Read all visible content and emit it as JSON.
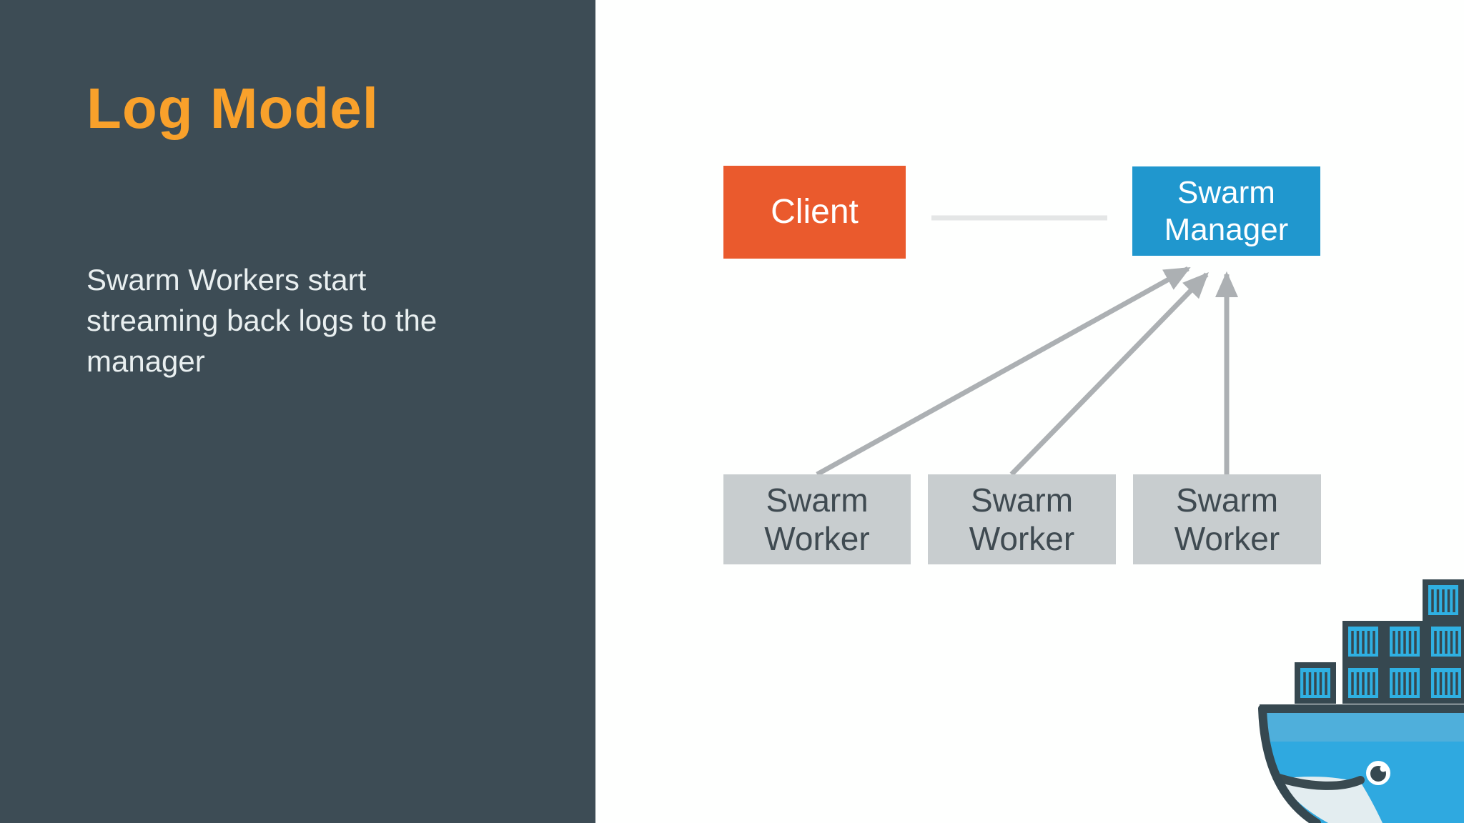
{
  "slide": {
    "title": "Log Model",
    "body": "Swarm Workers start\nstreaming back logs to the\nmanager"
  },
  "diagram": {
    "nodes": {
      "client": {
        "label": "Client",
        "color": "#EA5A2D",
        "text_color": "#FFFFFF"
      },
      "manager": {
        "label": "Swarm Manager",
        "color": "#2097CE",
        "text_color": "#FFFFFF"
      },
      "worker1": {
        "label": "Swarm Worker",
        "color": "#C8CDCF",
        "text_color": "#3F4A51"
      },
      "worker2": {
        "label": "Swarm Worker",
        "color": "#C8CDCF",
        "text_color": "#3F4A51"
      },
      "worker3": {
        "label": "Swarm Worker",
        "color": "#C8CDCF",
        "text_color": "#3F4A51"
      }
    },
    "edges": [
      {
        "from": "client",
        "to": "manager",
        "style": "plain-line",
        "color": "#E4E6E6"
      },
      {
        "from": "worker1",
        "to": "manager",
        "style": "arrow",
        "color": "#ACB0B3"
      },
      {
        "from": "worker2",
        "to": "manager",
        "style": "arrow",
        "color": "#ACB0B3"
      },
      {
        "from": "worker3",
        "to": "manager",
        "style": "arrow",
        "color": "#ACB0B3"
      }
    ]
  },
  "theme": {
    "panel_color": "#3D4C55",
    "background_color": "#FEFFFE",
    "accent_color": "#F9A12B",
    "body_text_color": "#E9EFF0"
  },
  "branding": {
    "logo": "docker-whale-logo"
  }
}
